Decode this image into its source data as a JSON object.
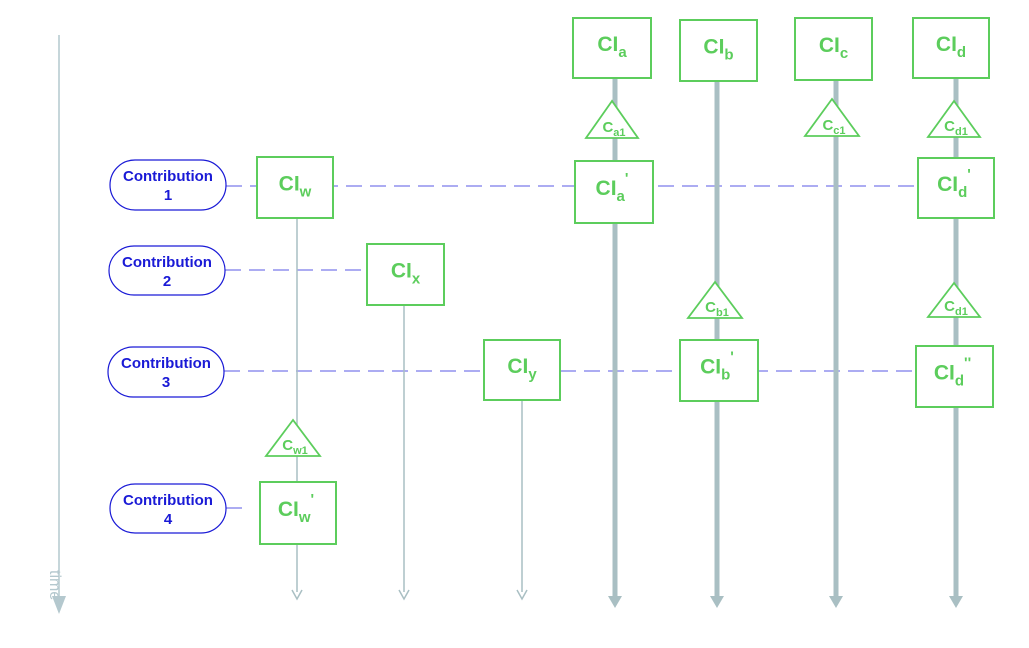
{
  "colors": {
    "green": "#5ccd5c",
    "green_fill": "#ffffff",
    "blue": "#1a1ad6",
    "dashed_blue": "#5a5ae6",
    "gray_line": "#a9bfc3",
    "time_axis": "#b4c8ce"
  },
  "time_label": "time",
  "contributions": [
    {
      "word": "Contribution",
      "num": "1"
    },
    {
      "word": "Contribution",
      "num": "2"
    },
    {
      "word": "Contribution",
      "num": "3"
    },
    {
      "word": "Contribution",
      "num": "4"
    }
  ],
  "ci_prefix": "CI",
  "change_prefix": "C",
  "columns": [
    {
      "id": "w",
      "top_label": "w"
    },
    {
      "id": "x",
      "top_label": "x"
    },
    {
      "id": "y",
      "top_label": "y"
    },
    {
      "id": "a",
      "top_label": "a"
    },
    {
      "id": "b",
      "top_label": "b"
    },
    {
      "id": "c",
      "top_label": "c"
    },
    {
      "id": "d",
      "top_label": "d"
    }
  ],
  "ci_boxes": [
    {
      "col": "a",
      "sub": "a",
      "prime": ""
    },
    {
      "col": "b",
      "sub": "b",
      "prime": ""
    },
    {
      "col": "c",
      "sub": "c",
      "prime": ""
    },
    {
      "col": "d",
      "sub": "d",
      "prime": ""
    },
    {
      "col": "w",
      "sub": "w",
      "prime": ""
    },
    {
      "col": "a",
      "sub": "a",
      "prime": "'"
    },
    {
      "col": "d",
      "sub": "d",
      "prime": "'"
    },
    {
      "col": "x",
      "sub": "x",
      "prime": ""
    },
    {
      "col": "y",
      "sub": "y",
      "prime": ""
    },
    {
      "col": "b",
      "sub": "b",
      "prime": "'"
    },
    {
      "col": "d",
      "sub": "d",
      "prime": "''"
    },
    {
      "col": "w",
      "sub": "w",
      "prime": "'"
    }
  ],
  "changes": [
    {
      "col": "a",
      "sub": "a1"
    },
    {
      "col": "c",
      "sub": "c1"
    },
    {
      "col": "d",
      "sub": "d1"
    },
    {
      "col": "b",
      "sub": "b1"
    },
    {
      "col": "d",
      "sub": "d1"
    },
    {
      "col": "w",
      "sub": "w1"
    }
  ]
}
